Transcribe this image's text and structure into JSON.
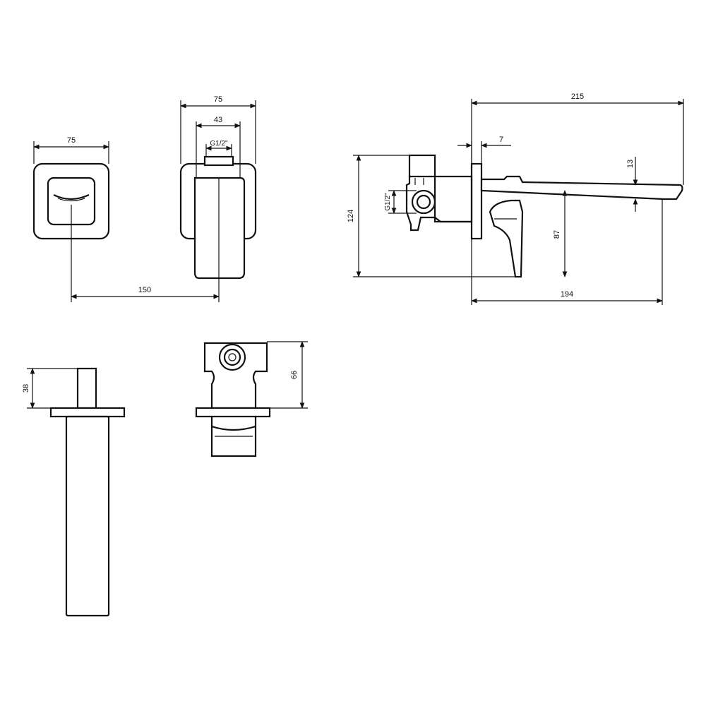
{
  "dimensions": {
    "front_width": "75",
    "side_width": "75",
    "side_inner_width": "43",
    "side_thread": "G1/2\"",
    "centre_distance": "150",
    "overall_length": "215",
    "plate_thickness": "7",
    "total_height": "124",
    "thread_side": "G1/2\"",
    "spout_height": "87",
    "spout_tip": "13",
    "projection": "194",
    "spout_stub": "38",
    "body_height": "66"
  }
}
